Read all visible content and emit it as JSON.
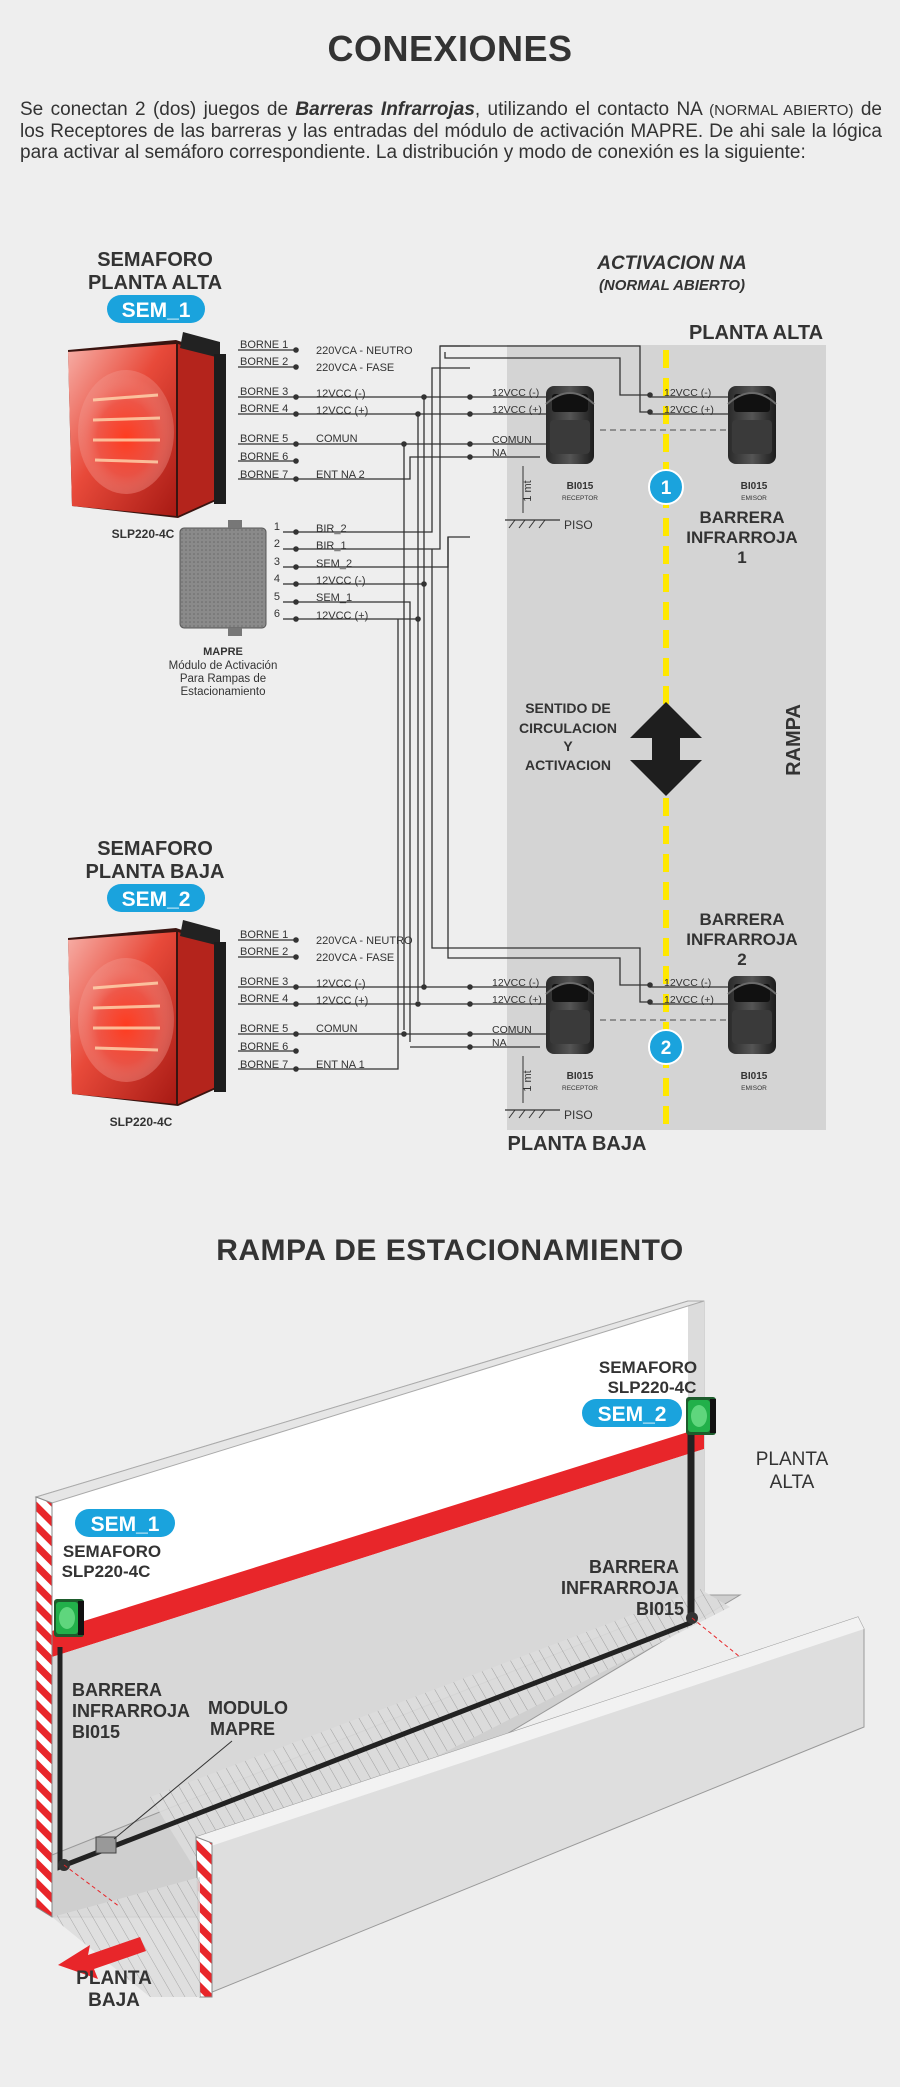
{
  "header": {
    "title": "CONEXIONES"
  },
  "intro": {
    "p1": "Se conectan 2 (dos) juegos de ",
    "em": "Barreras Infrarrojas",
    "p2": ", utilizando el contacto NA ",
    "small": "(NORMAL ABIERTO)",
    "p3": " de los Receptores de las barreras y las entradas del módulo de activación MAPRE. De ahi sale la lógica para activar al semáforo correspondiente. La distribución y modo de conexión es la siguiente:"
  },
  "activation": {
    "title": "ACTIVACION NA",
    "subtitle": "(NORMAL ABIERTO)"
  },
  "semaforo_alta": {
    "line1": "SEMAFORO",
    "line2": "PLANTA ALTA",
    "badge": "SEM_1",
    "model": "SLP220-4C"
  },
  "semaforo_baja": {
    "line1": "SEMAFORO",
    "line2": "PLANTA BAJA",
    "badge": "SEM_2",
    "model": "SLP220-4C"
  },
  "bornes": [
    "BORNE 1",
    "BORNE 2",
    "BORNE 3",
    "BORNE 4",
    "BORNE 5",
    "BORNE 6",
    "BORNE 7"
  ],
  "borne_functions_alta": [
    "220VCA - NEUTRO",
    "220VCA - FASE",
    "12VCC (-)",
    "12VCC (+)",
    "COMUN",
    "",
    "ENT NA 2"
  ],
  "borne_functions_baja": [
    "220VCA - NEUTRO",
    "220VCA - FASE",
    "12VCC (-)",
    "12VCC (+)",
    "COMUN",
    "",
    "ENT NA 1"
  ],
  "mapre": {
    "pins": [
      "1",
      "2",
      "3",
      "4",
      "5",
      "6"
    ],
    "pin_labels": [
      "BIR_2",
      "BIR_1",
      "SEM_2",
      "12VCC (-)",
      "SEM_1",
      "12VCC (+)"
    ],
    "name": "MAPRE",
    "desc1": "Módulo de Activación",
    "desc2": "Para Rampas de",
    "desc3": "Estacionamiento"
  },
  "receptor_terms": [
    "12VCC (-)",
    "12VCC (+)",
    "COMUN",
    "NA"
  ],
  "emisor_terms": [
    "12VCC (-)",
    "12VCC (+)"
  ],
  "sensor": {
    "model": "BI015",
    "receptor": "RECEPTOR",
    "emisor": "EMISOR",
    "height": "1 mt",
    "floor": "PISO"
  },
  "zones": {
    "planta_alta": "PLANTA ALTA",
    "planta_baja": "PLANTA BAJA",
    "rampa": "RAMPA"
  },
  "barrera1": {
    "l1": "BARRERA",
    "l2": "INFRARROJA",
    "l3": "1",
    "num": "1"
  },
  "barrera2": {
    "l1": "BARRERA",
    "l2": "INFRARROJA",
    "l3": "2",
    "num": "2"
  },
  "sentido": {
    "l1": "SENTIDO DE",
    "l2": "CIRCULACION",
    "l3": "Y",
    "l4": "ACTIVACION"
  },
  "rampa_section": {
    "title": "RAMPA DE ESTACIONAMIENTO",
    "sem2_l1": "SEMAFORO",
    "sem2_l2": "SLP220-4C",
    "sem2_badge": "SEM_2",
    "planta_alta_l1": "PLANTA",
    "planta_alta_l2": "ALTA",
    "sem1_badge": "SEM_1",
    "sem1_l1": "SEMAFORO",
    "sem1_l2": "SLP220-4C",
    "barrera_r_l1": "BARRERA",
    "barrera_r_l2": "INFRARROJA",
    "barrera_r_l3": "BI015",
    "barrera_l_l1": "BARRERA",
    "barrera_l_l2": "INFRARROJA",
    "barrera_l_l3": "BI015",
    "modulo_l1": "MODULO",
    "modulo_l2": "MAPRE",
    "planta_baja_l1": "PLANTA",
    "planta_baja_l2": "BAJA"
  },
  "colors": {
    "badge": "#1aa3dd",
    "lane": "#ffe800",
    "stripe": "#e8262a",
    "panel": "#d4d4d4",
    "green": "#22b04a"
  }
}
